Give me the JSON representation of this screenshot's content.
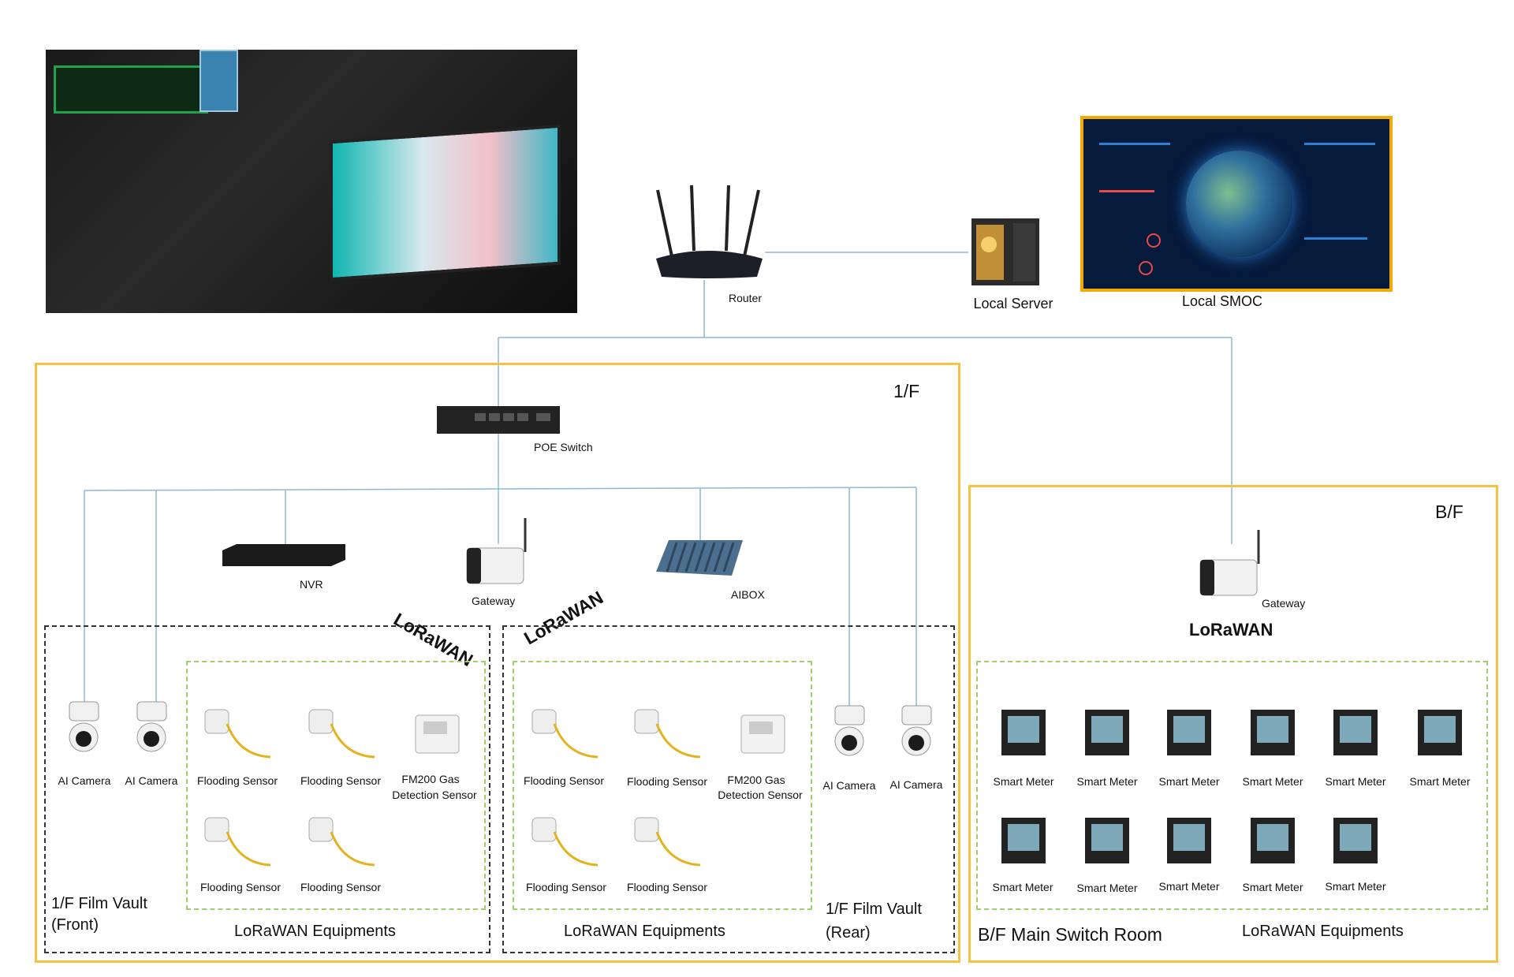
{
  "top": {
    "router_label": "Router",
    "server_label": "Local Server",
    "smoc_label": "Local SMOC"
  },
  "floor1": {
    "zone_label": "1/F",
    "poe_label": "POE Switch",
    "nvr_label": "NVR",
    "gateway_label": "Gateway",
    "aibox_label": "AIBOX",
    "lorawan_logo": "LoRaWAN",
    "front": {
      "vault_line1": "1/F Film Vault",
      "vault_line2": "(Front)",
      "equip_title": "LoRaWAN Equipments",
      "cameras": [
        "AI Camera",
        "AI Camera"
      ],
      "sensors_row1": [
        "Flooding Sensor",
        "Flooding Sensor"
      ],
      "gas_line1": "FM200 Gas",
      "gas_line2": "Detection Sensor",
      "sensors_row2": [
        "Flooding Sensor",
        "Flooding Sensor"
      ]
    },
    "rear": {
      "vault_line1": "1/F Film Vault",
      "vault_line2": "(Rear)",
      "equip_title": "LoRaWAN Equipments",
      "cameras": [
        "AI Camera",
        "AI Camera"
      ],
      "sensors_row1": [
        "Flooding Sensor",
        "Flooding Sensor"
      ],
      "gas_line1": "FM200 Gas",
      "gas_line2": "Detection Sensor",
      "sensors_row2": [
        "Flooding Sensor",
        "Flooding Sensor"
      ]
    }
  },
  "basement": {
    "zone_label": "B/F",
    "gateway_label": "Gateway",
    "lorawan_logo": "LoRaWAN",
    "room_label": "B/F Main Switch Room",
    "equip_title": "LoRaWAN Equipments",
    "meters_row1": [
      "Smart Meter",
      "Smart Meter",
      "Smart Meter",
      "Smart Meter",
      "Smart Meter",
      "Smart Meter"
    ],
    "meters_row2": [
      "Smart Meter",
      "Smart Meter",
      "Smart Meter",
      "Smart Meter",
      "Smart Meter"
    ]
  },
  "colors": {
    "zone_border": "#f6c244",
    "link_line": "#8fb8d6",
    "equip_border": "#9fcf6a",
    "smoc_frame": "#f2a900"
  }
}
